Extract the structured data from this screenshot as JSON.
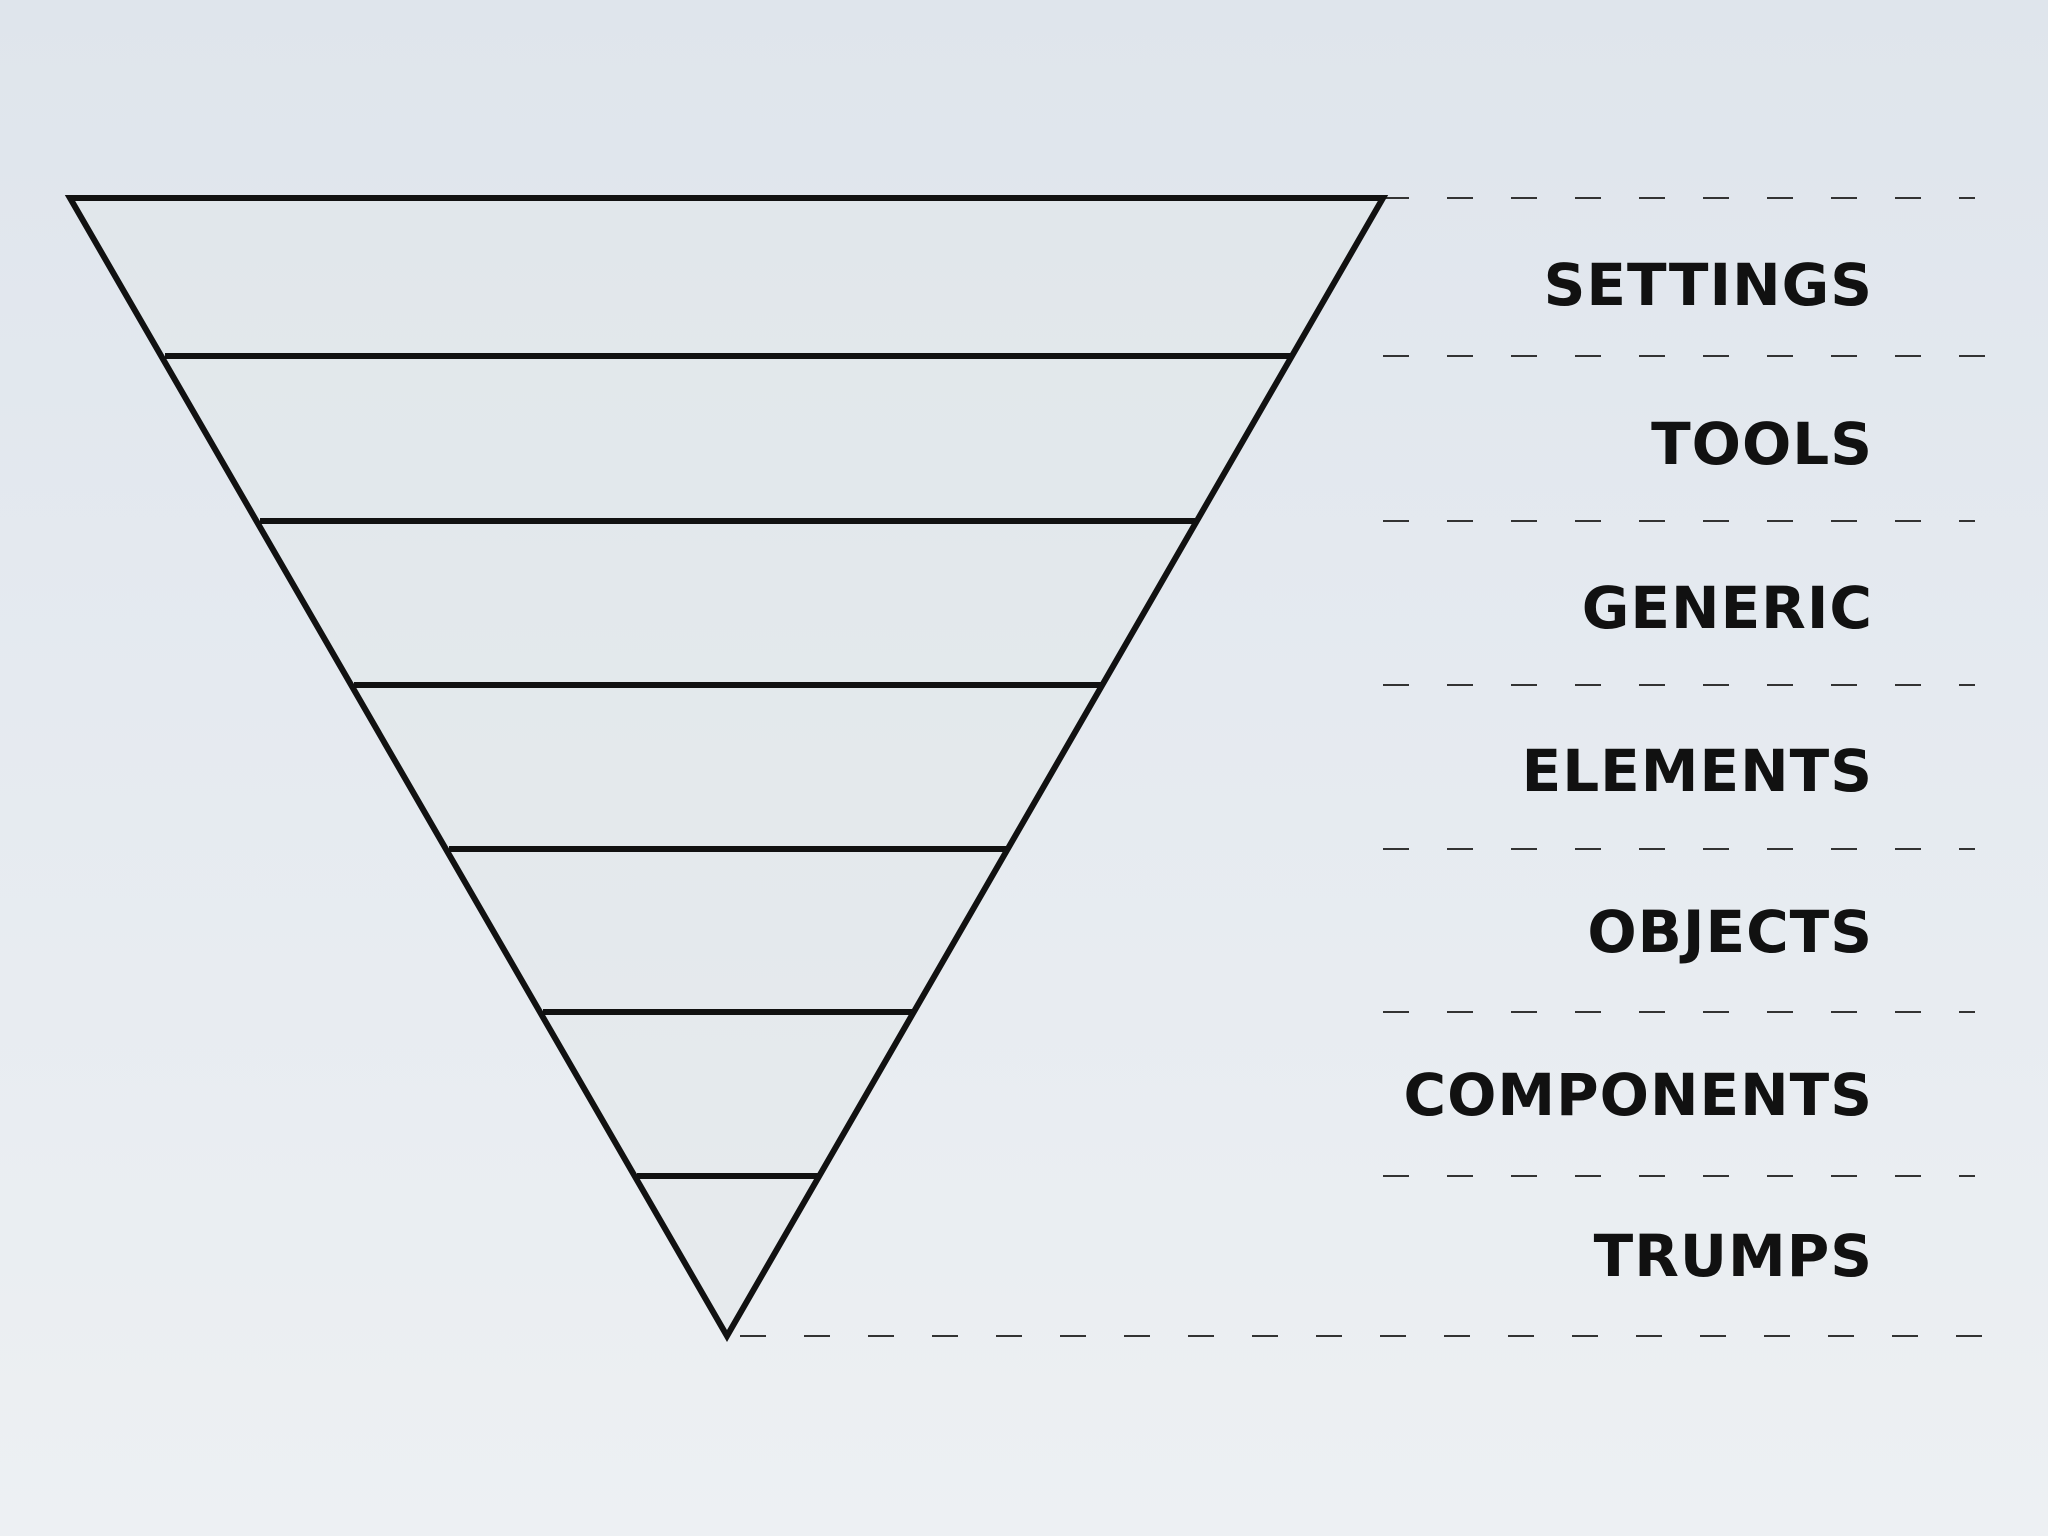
{
  "diagram": {
    "layers": [
      {
        "label": "SETTINGS"
      },
      {
        "label": "TOOLS"
      },
      {
        "label": "GENERIC"
      },
      {
        "label": "ELEMENTS"
      },
      {
        "label": "OBJECTS"
      },
      {
        "label": "COMPONENTS"
      },
      {
        "label": "TRUMPS"
      }
    ],
    "colors": {
      "stroke": "#111111",
      "fill": "#e2e7ea",
      "dash": "#333333",
      "text": "#111111"
    }
  }
}
